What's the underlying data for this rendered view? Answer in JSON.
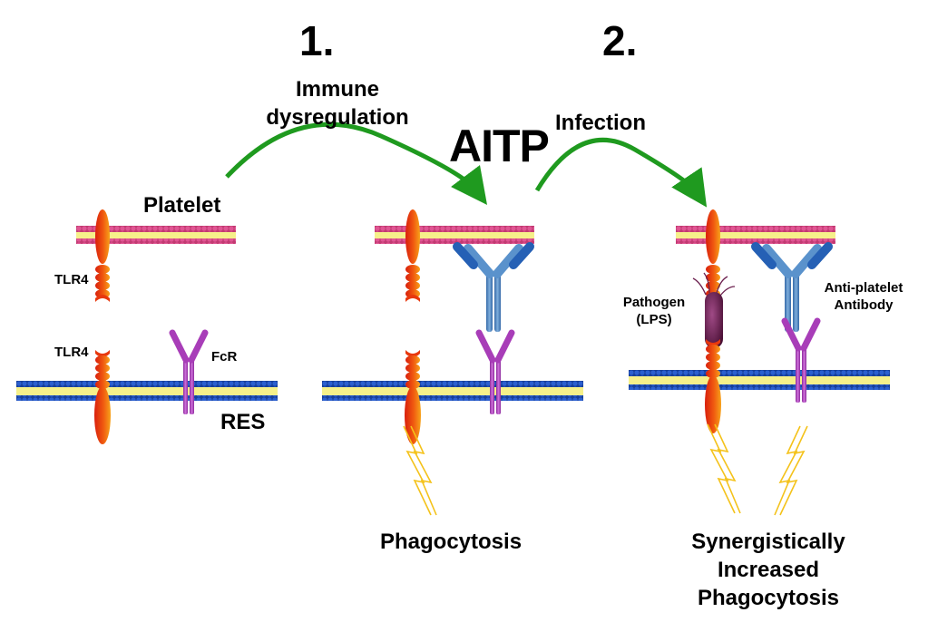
{
  "title": "AITP",
  "steps": [
    {
      "number": "1.",
      "label_line1": "Immune",
      "label_line2": "dysregulation"
    },
    {
      "number": "2.",
      "label_line1": "Infection"
    }
  ],
  "panel1": {
    "platelet_label": "Platelet",
    "platelet_tlr4_label": "TLR4",
    "res_tlr4_label": "TLR4",
    "fcr_label": "FcR",
    "res_label": "RES"
  },
  "panel2": {
    "outcome": "Phagocytosis"
  },
  "panel3": {
    "pathogen_line1": "Pathogen",
    "pathogen_line2": "(LPS)",
    "antibody_line1": "Anti-platelet",
    "antibody_line2": "Antibody",
    "outcome_line1": "Synergistically",
    "outcome_line2": "Increased",
    "outcome_line3": "Phagocytosis"
  },
  "colors": {
    "arrow": "#1f9a1f",
    "platelet_membrane": "#d6407f",
    "res_membrane": "#1f4fb5",
    "lipid_core": "#f6f08a",
    "tlr4": "#e8380e",
    "fcr": "#a83db8",
    "antibody": "#4a86c4",
    "pathogen": "#6b1f4e",
    "lightning": "#f4c21a"
  }
}
